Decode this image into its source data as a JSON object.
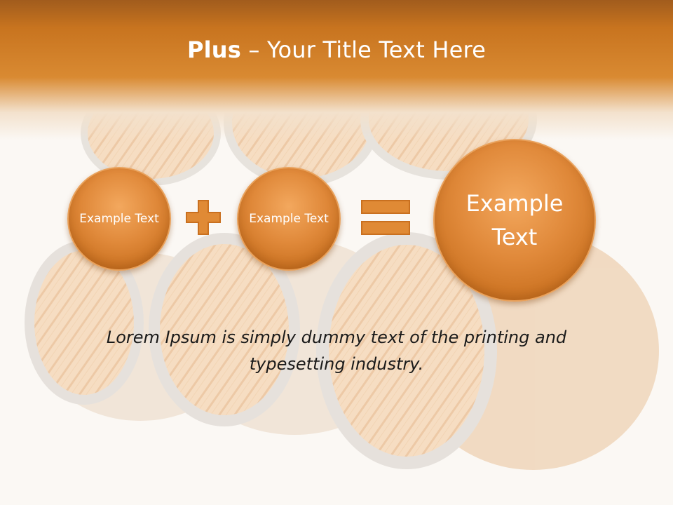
{
  "slide": {
    "title_bold": "Plus",
    "title_rest": " – Your Title Text Here",
    "circle_left_text": "Example Text",
    "circle_middle_text": "Example Text",
    "circle_result_text": "Example Text",
    "body_text": "Lorem Ipsum is simply dummy text of the printing and typesetting industry."
  },
  "colors": {
    "header": "#c8741f",
    "circle": "#e0893a",
    "operator": "#e08a35",
    "background": "#fbf8f4"
  },
  "icons": [
    "plus-icon",
    "equals-icon"
  ]
}
